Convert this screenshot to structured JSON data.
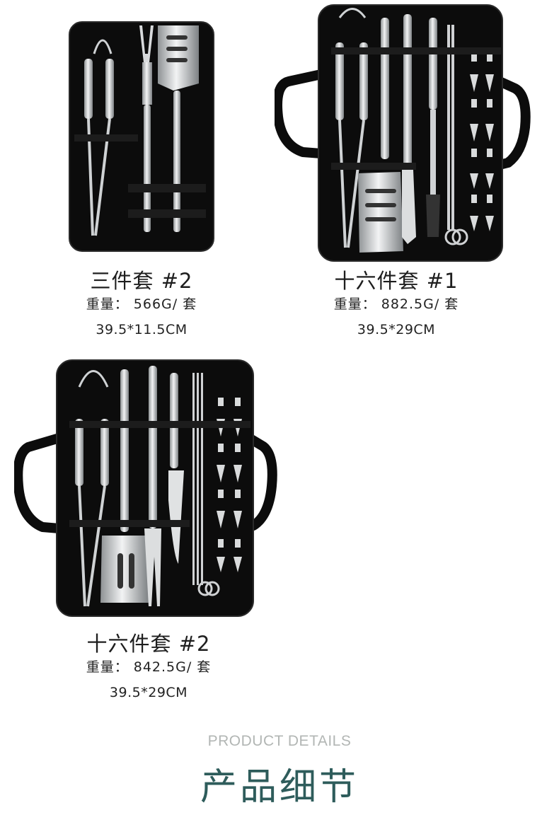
{
  "products": [
    {
      "title": "三件套 #2",
      "weight": "重量： 566G/ 套",
      "size": "39.5*11.5CM",
      "image_icon": "bbq-tool-3-piece-case-icon"
    },
    {
      "title": "十六件套 #1",
      "weight": "重量： 882.5G/ 套",
      "size": "39.5*29CM",
      "image_icon": "bbq-tool-16-piece-case-icon"
    },
    {
      "title": "十六件套 #2",
      "weight": "重量： 842.5G/ 套",
      "size": "39.5*29CM",
      "image_icon": "bbq-tool-16-piece-case-icon"
    }
  ],
  "section": {
    "title_en": "PRODUCT DETAILS",
    "title_cn": "产品细节"
  },
  "colors": {
    "accent": "#2e5c5b",
    "subtitle": "#b2b6b4",
    "case": "#0c0c0c",
    "steel": "#c9ccce"
  }
}
